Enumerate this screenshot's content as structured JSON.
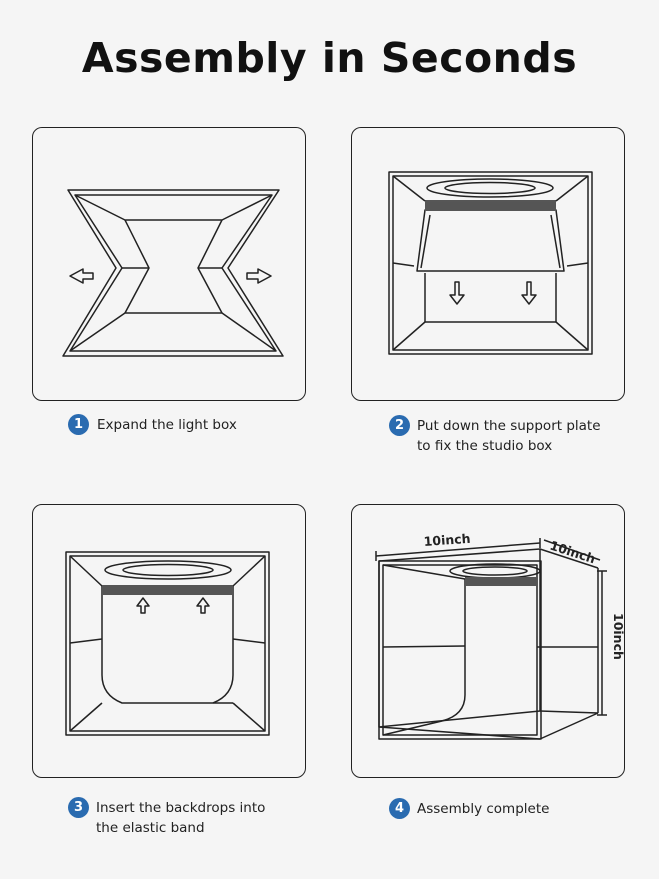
{
  "title": "Assembly in Seconds",
  "steps": [
    {
      "number": "1",
      "lines": [
        "Expand the light box"
      ]
    },
    {
      "number": "2",
      "lines": [
        "Put down the support plate",
        "to fix the studio box"
      ]
    },
    {
      "number": "3",
      "lines": [
        "Insert the backdrops into",
        "the elastic band"
      ]
    },
    {
      "number": "4",
      "lines": [
        "Assembly complete"
      ]
    }
  ],
  "dimensions": {
    "width": "10inch",
    "depth": "10inch",
    "height": "10inch"
  },
  "colors": {
    "accent": "#2a6bb0",
    "line": "#222222",
    "plate": "#555555",
    "background": "#f5f5f5"
  }
}
